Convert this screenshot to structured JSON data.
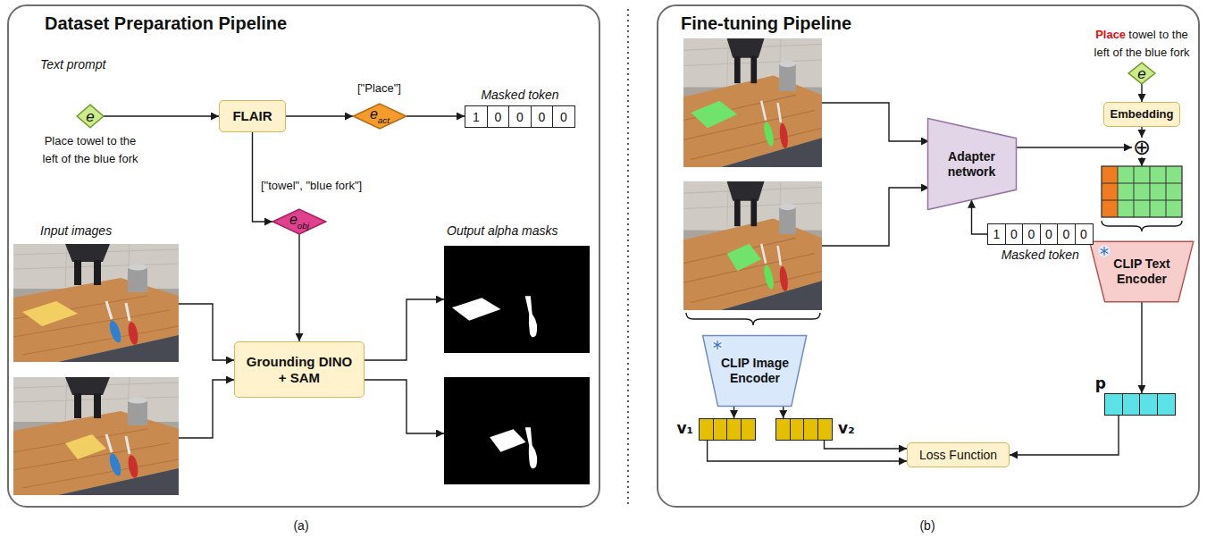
{
  "diagram": {
    "nodes": [
      {
        "text": [
          "Dataset Preparation Pipeline"
        ]
      },
      {
        "text": [
          "e"
        ],
        "in": 0
      },
      {
        "text": [
          "FLAIR"
        ],
        "in": 0
      },
      {
        "text": [
          "e",
          "act"
        ],
        "in": 0
      },
      {
        "text": [
          "Masked token",
          "1",
          "0",
          "0",
          "0",
          "0"
        ],
        "in": 0
      },
      {
        "text": [
          "e",
          "obj"
        ],
        "in": 0
      },
      {
        "text": [
          "Grounding DINO + SAM"
        ],
        "in": 0
      },
      {
        "text": [
          "Fine-tuning Pipeline"
        ]
      },
      {
        "text": [
          "Adapter network"
        ],
        "in": 7
      },
      {
        "text": [
          "e"
        ],
        "in": 7
      },
      {
        "text": [
          "Embedding"
        ],
        "in": 7
      },
      {
        "text": [
          "⊕"
        ],
        "in": 7
      },
      {
        "text": [
          "1",
          "0",
          "0",
          "0",
          "0",
          "0",
          "Masked token"
        ],
        "in": 7
      },
      {
        "text": [
          "CLIP Image Encoder"
        ],
        "in": 7
      },
      {
        "text": [
          "CLIP Text Encoder"
        ],
        "in": 7
      },
      {
        "text": [
          "v₁"
        ],
        "in": 7
      },
      {
        "text": [
          "v₂"
        ],
        "in": 7
      },
      {
        "text": [
          "p"
        ],
        "in": 7
      },
      {
        "text": [
          "Loss Function"
        ],
        "in": 7
      }
    ],
    "edges": [
      {
        "from": 1,
        "to": 2,
        "arrow": "to"
      },
      {
        "from": 2,
        "to": 3,
        "arrow": "to"
      },
      {
        "from": 3,
        "to": 4,
        "arrow": "to"
      },
      {
        "from": 2,
        "to": 5,
        "arrow": "to"
      },
      {
        "from": 5,
        "to": 6,
        "arrow": "to"
      },
      {
        "from": 8,
        "to": 11,
        "arrow": "to"
      },
      {
        "from": 9,
        "to": 10,
        "arrow": "to"
      },
      {
        "from": 10,
        "to": 11,
        "arrow": "to"
      },
      {
        "from": 12,
        "to": 8,
        "arrow": "to"
      },
      {
        "from": 13,
        "to": 15,
        "arrow": "to"
      },
      {
        "from": 13,
        "to": 16,
        "arrow": "to"
      },
      {
        "from": 14,
        "to": 17,
        "arrow": "to"
      },
      {
        "from": 15,
        "to": 18,
        "arrow": "to"
      },
      {
        "from": 16,
        "to": 18,
        "arrow": "to"
      },
      {
        "from": 17,
        "to": 18,
        "arrow": "to"
      }
    ],
    "labels": [
      "Text prompt",
      "Place towel to the left of the blue fork",
      "[\"Place\"]",
      "[\"towel\", \"blue fork\"]",
      "Input images",
      "Output alpha masks",
      "(a)",
      "Place",
      "towel to the left of the blue fork",
      "(b)"
    ]
  }
}
